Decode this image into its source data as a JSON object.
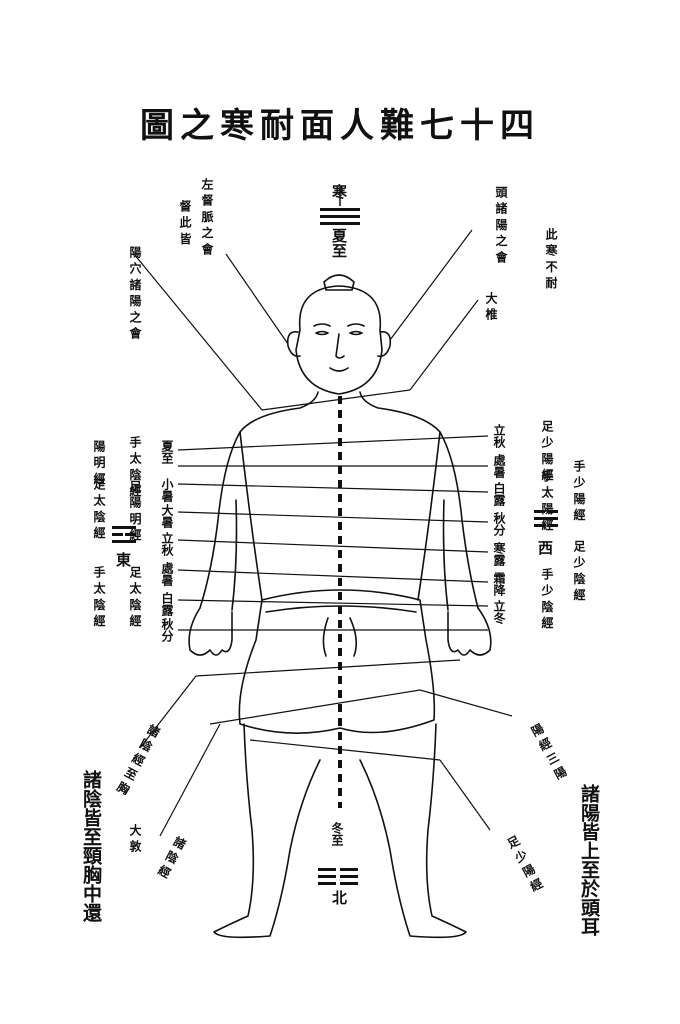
{
  "title": "圖之寒耐面人難七十四",
  "top_labels": {
    "crown": "寒",
    "summer_solstice": "夏至",
    "upper_left_a": "左 督 脈 之 會",
    "upper_left_b": "督 此 皆",
    "upper_right_a": "頭 諸 陽 之 會",
    "upper_right_b": "此 寒 不 耐",
    "shoulder_right": "大 椎",
    "left_outer": "陽 穴 諸 陽 之 會"
  },
  "left_column": {
    "month_labels": [
      "夏至",
      "小暑",
      "大暑",
      "立秋",
      "處暑",
      "白露",
      "秋分"
    ],
    "outer_a": "手 太 陰 經",
    "outer_b": "陽 明 經",
    "outer_c": "足 陽 明 經",
    "outer_d": "足 太 陰 經",
    "east": "東",
    "lower_a": "足 太 陰 經",
    "lower_b": "手 太 陰 經"
  },
  "right_column": {
    "month_labels": [
      "立秋",
      "處暑",
      "白露",
      "秋分",
      "寒露",
      "霜降",
      "立冬"
    ],
    "outer_a": "足 少 陽 經",
    "outer_b": "手 少 陽 經",
    "outer_c": "手 太 陽 經",
    "west": "西",
    "outer_d": "足 少 陰 經",
    "outer_e": "手 少 陰 經"
  },
  "bottom_labels": {
    "left_slant": "諸 陰 經 至 胸",
    "left_long": "諸陰皆至頸胸中還",
    "left_small": "大 敦",
    "left_mid": "諸 陰 經",
    "center_bottom": "冬至",
    "north": "北",
    "right_slant": "陽 經 三 陽",
    "right_long": "諸陽皆上至於頭耳",
    "right_small": "足 少 陽 經"
  },
  "trigrams": {
    "top": "qian",
    "bottom": "kun",
    "left": "li",
    "right": "kan"
  }
}
